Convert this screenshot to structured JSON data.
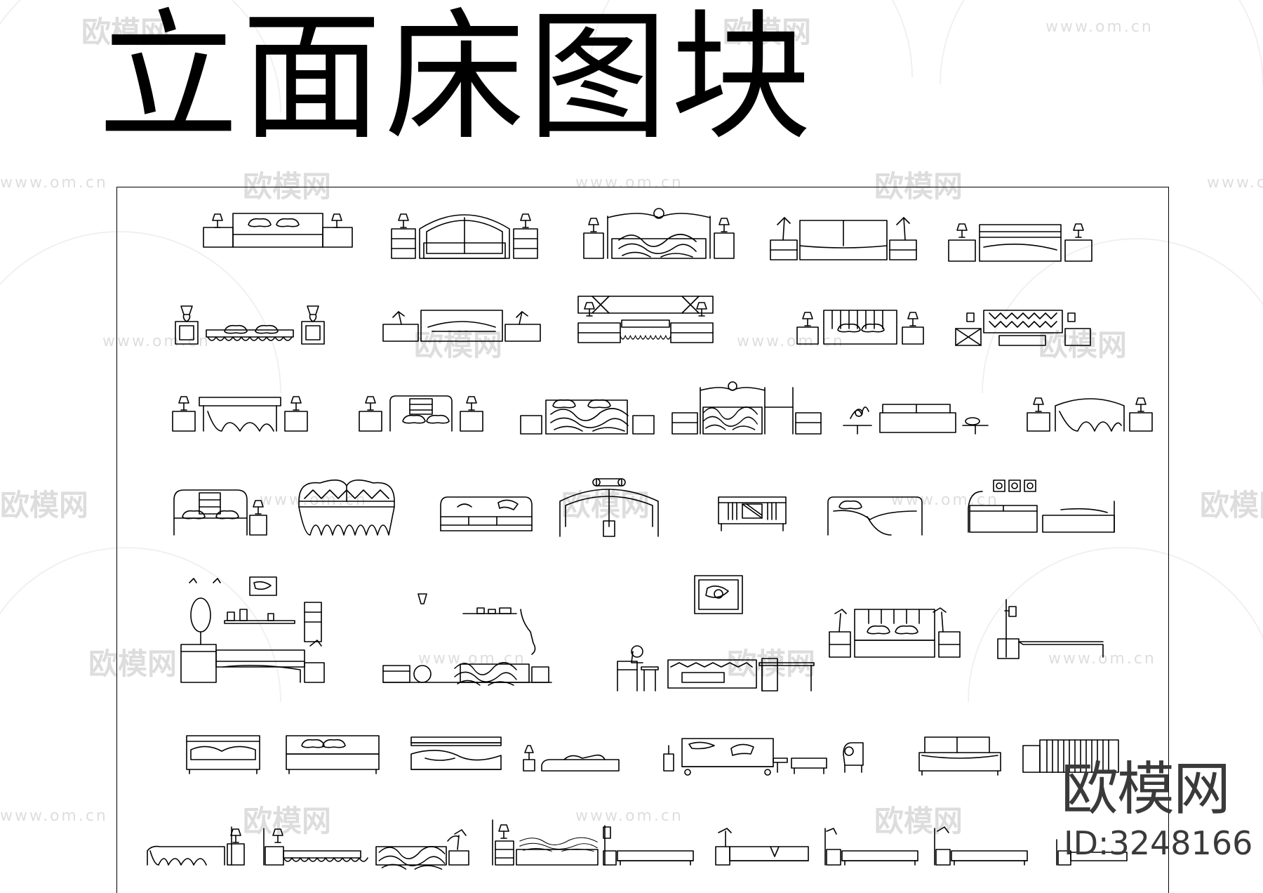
{
  "title": "立面床图块",
  "watermark": {
    "brand": "欧模网",
    "url": "www.om.cn",
    "id_label": "ID:3248166"
  },
  "rows": [
    {
      "label": "row-1",
      "items": [
        "bed-nightstands-lamps",
        "arched-bed-drawers",
        "ornate-carved-bed",
        "bed-desk-lamps",
        "slat-bed-nightstands"
      ]
    },
    {
      "label": "row-2",
      "items": [
        "skirted-bed-urn-lamps",
        "bed-reading-lamps",
        "wide-headboard-bed",
        "slatted-headboard-bed",
        "lattice-headboard-bed"
      ]
    },
    {
      "label": "row-3",
      "items": [
        "draped-bed-lamps",
        "panel-bed-lamps",
        "carved-bed-nightstands",
        "canopy-ornate-bed",
        "sofa-bed-side-tables",
        "arched-skirted-bed"
      ]
    },
    {
      "label": "row-4",
      "items": [
        "bed-bookcase",
        "tufted-skirted-bed",
        "low-platform-bed",
        "arched-bed-sconce",
        "small-panel-bed",
        "curved-sofa-bed",
        "sofa-and-bed-frames"
      ]
    },
    {
      "label": "row-5",
      "items": [
        "vanity-with-bed",
        "basket-shelf-bed",
        "desk-sofa-bed",
        "bed-shelf-lamps",
        "lamp-daybed"
      ]
    },
    {
      "label": "row-6",
      "items": [
        "pillow-bed",
        "box-bed",
        "blanket-bed",
        "low-bed-lamp",
        "sofa-cart-ottoman",
        "cushion-bed",
        "striped-bed"
      ]
    },
    {
      "label": "row-7",
      "items": [
        "draped-side-bed",
        "lamp-skirted-bed",
        "carved-side-bed",
        "drawer-bed",
        "daybed-a",
        "daybed-b",
        "daybed-c",
        "daybed-d",
        "daybed-e"
      ]
    }
  ]
}
